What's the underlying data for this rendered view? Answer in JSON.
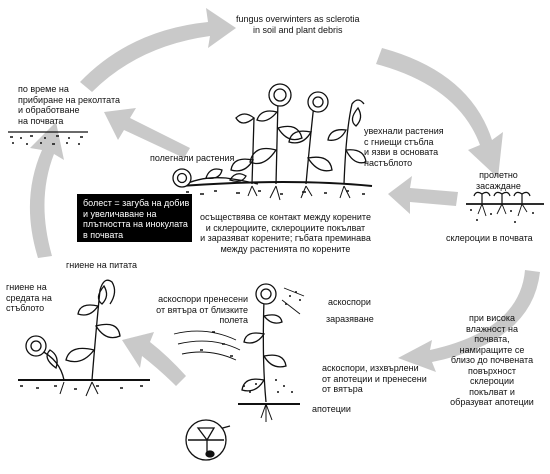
{
  "labels": {
    "overwinter": [
      "fungus overwinters as sclerotia",
      "in soil and plant debris"
    ],
    "harvest": [
      "по време на",
      "прибиране на реколтата",
      "и обработване",
      "на почвата"
    ],
    "wilted": [
      "увехнали растения",
      "с гниещи стъбла",
      "и язви в основата",
      "настъблото"
    ],
    "fallen": [
      "полегнали растения"
    ],
    "spring_planting": [
      "пролетно",
      "засаждане"
    ],
    "sclerotia_soil": [
      "склероции в почвата"
    ],
    "root_contact": [
      "осъществява се контакт между корените",
      "и склероциите, склероциите покълват",
      "и заразяват корените; гъбата преминава",
      "между растенията по корените"
    ],
    "stem_rot": [
      "гниене на",
      "средата на",
      "стъблото"
    ],
    "head_rot": [
      "гниене на питата"
    ],
    "wind_spores": [
      "аскоспори пренесени",
      "от вятъра от близките",
      "полета"
    ],
    "ascospores": [
      "аскоспори"
    ],
    "infection": [
      "заразяване"
    ],
    "released": [
      "аскоспори, изхвърлени",
      "от апотеции и пренесени",
      "от вятъра"
    ],
    "apothecia": [
      "апотеции"
    ],
    "humidity": [
      "при висока",
      "влажност на",
      "почвата,",
      "намиращите се",
      "близо до почвената",
      "повърхност",
      "склероции",
      "покълват и",
      "образуват апотеции"
    ]
  },
  "disease_box": [
    "болест = загуба на добив",
    "и увеличаване на",
    "плътността на инокулата",
    "в почвата"
  ],
  "colors": {
    "arrow_fill": "#c9c9c9",
    "ink": "#111111",
    "box_bg": "#000000",
    "box_text": "#ffffff"
  }
}
